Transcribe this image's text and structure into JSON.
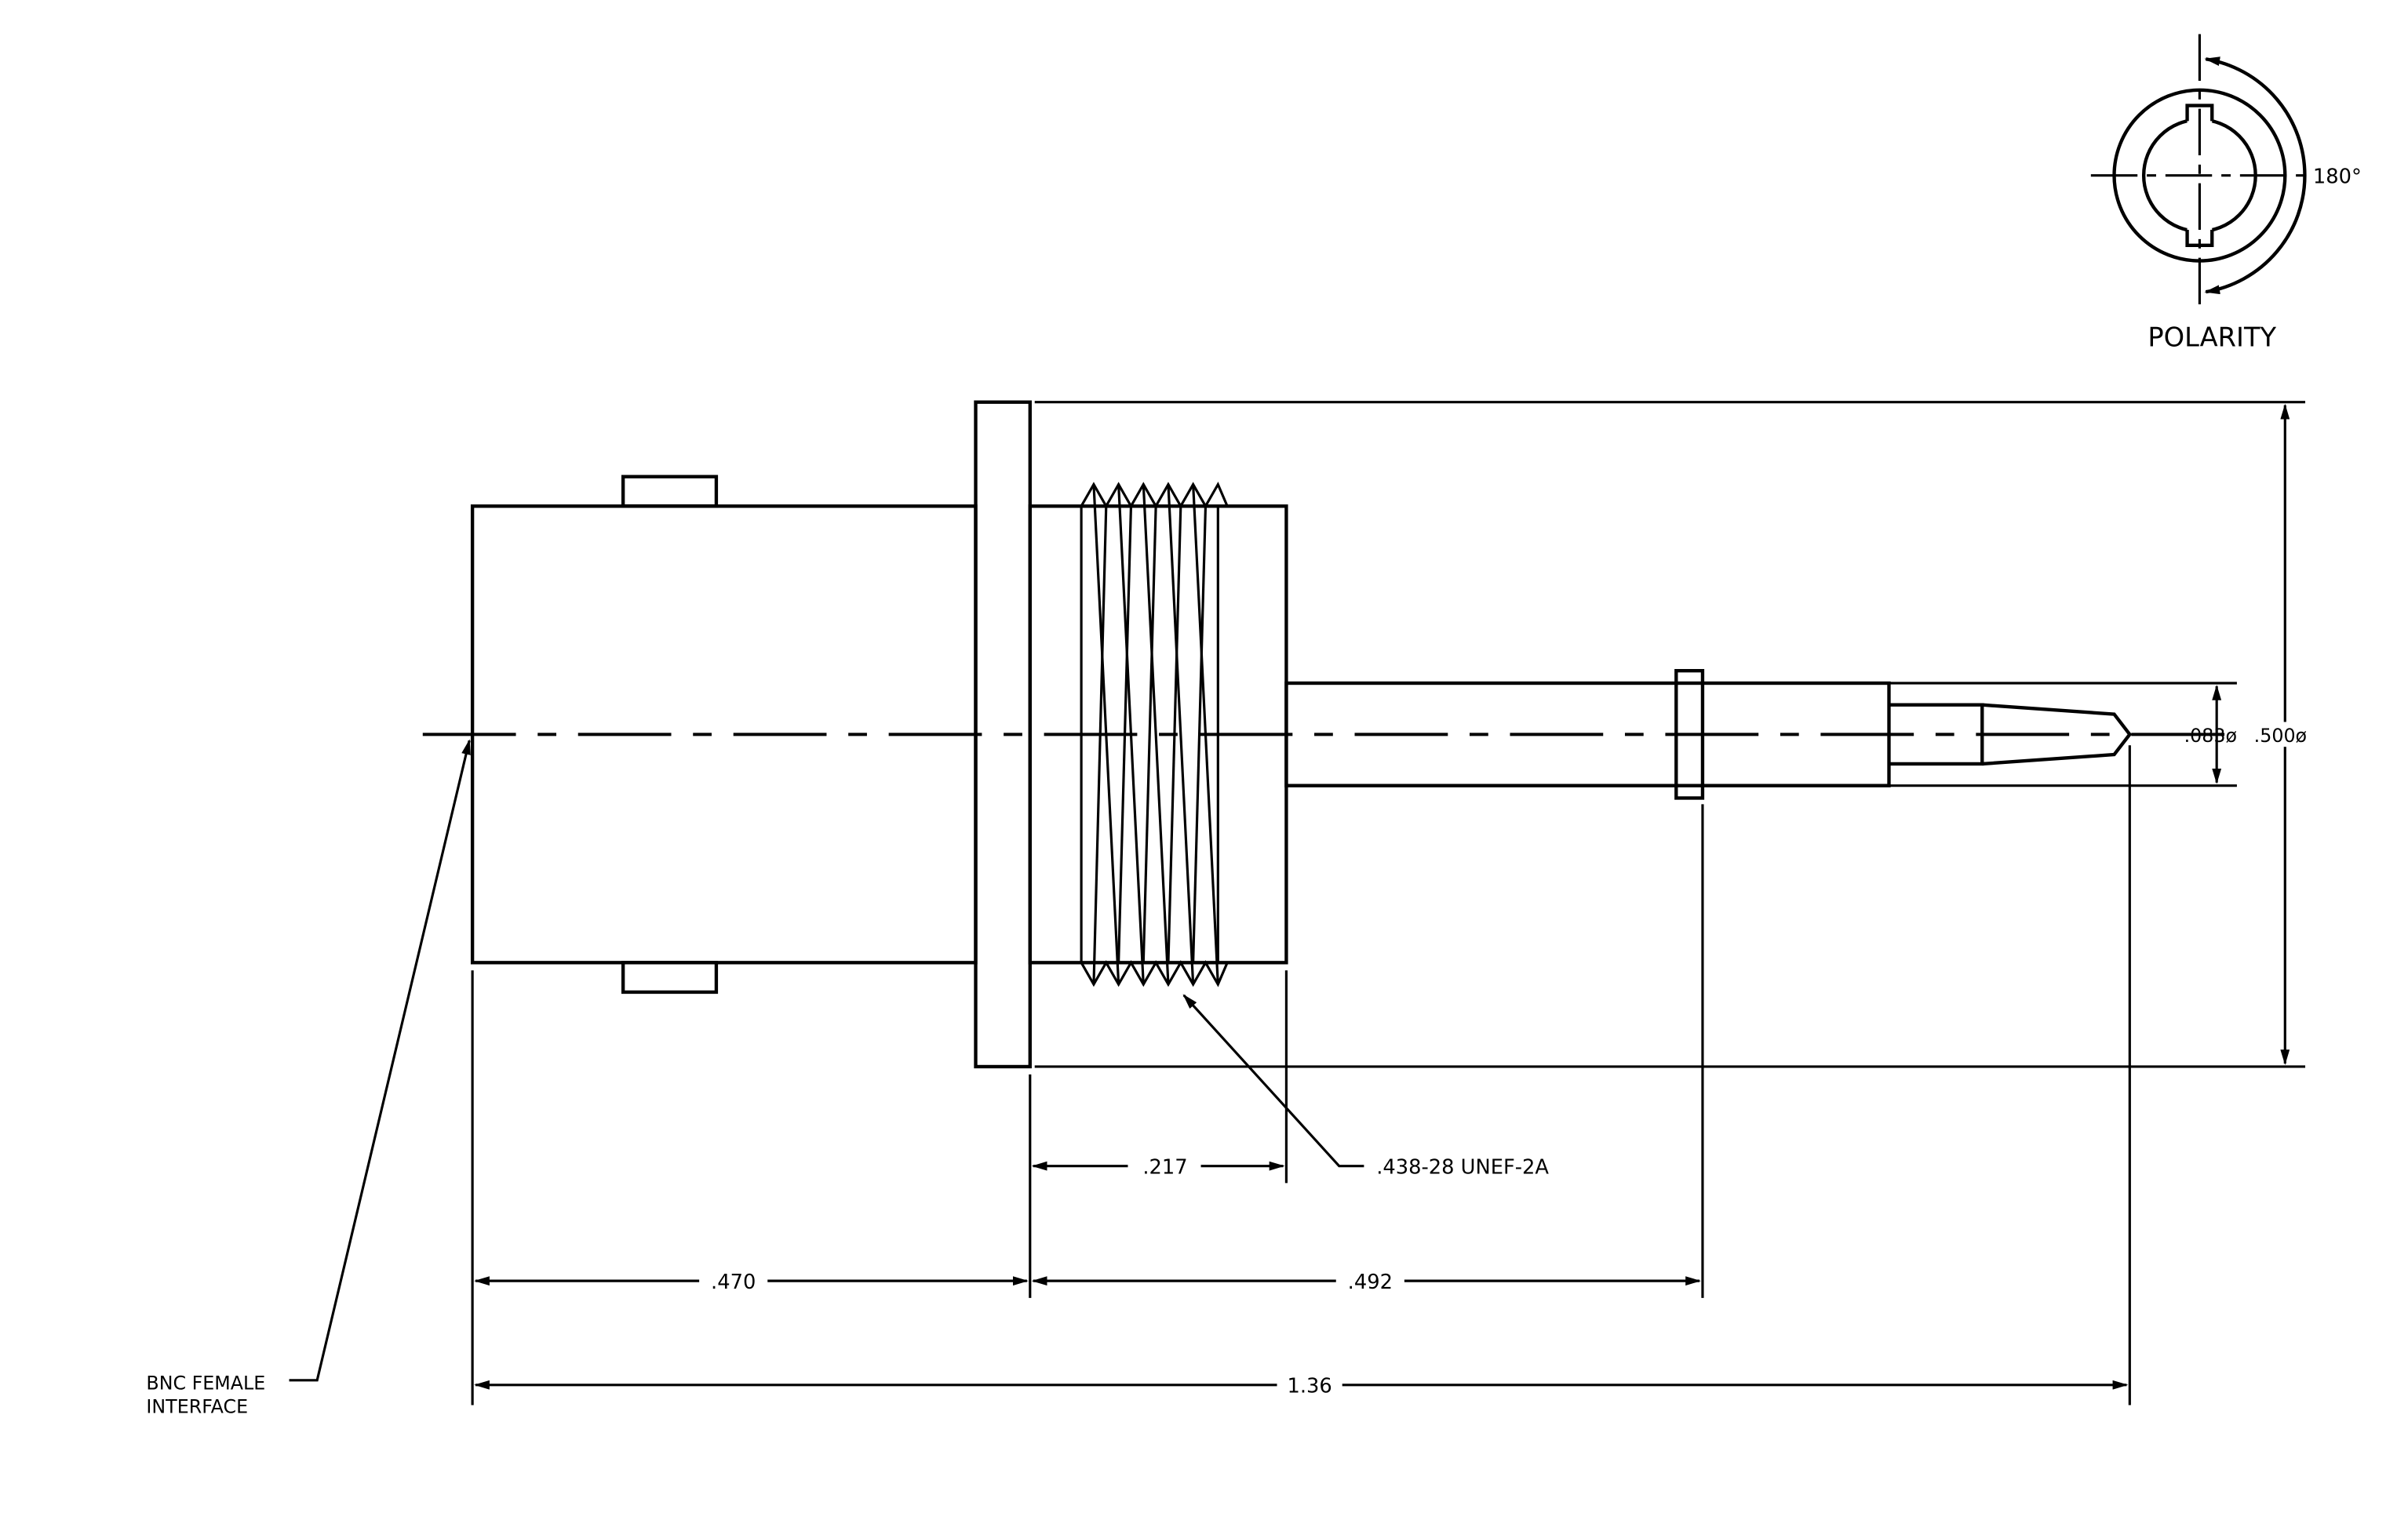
{
  "polarity": {
    "label": "POLARITY",
    "angle": "180°"
  },
  "dimensions": {
    "thread_length": ".217",
    "thread_spec": ".438-28 UNEF-2A",
    "left_length": ".470",
    "middle_length": ".492",
    "overall_length": "1.36",
    "pin_diameter": ".083ø",
    "body_diameter": ".500ø"
  },
  "callouts": {
    "interface_line1": "BNC FEMALE",
    "interface_line2": "INTERFACE"
  }
}
